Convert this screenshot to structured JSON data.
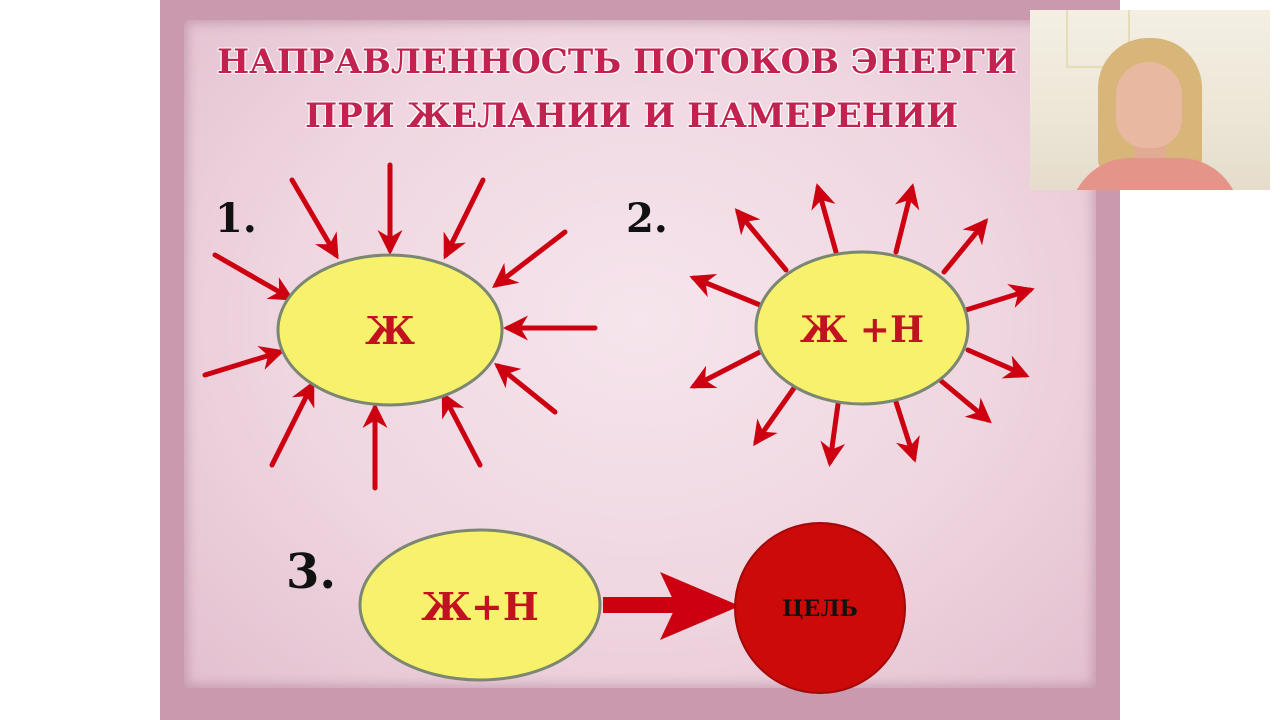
{
  "slide": {
    "title_line1": "НАПРАВЛЕННОСТЬ ПОТОКОВ ЭНЕРГИ",
    "title_line2": "ПРИ ЖЕЛАНИИ И НАМЕРЕНИИ"
  },
  "diagrams": [
    {
      "number": "1.",
      "label": "Ж",
      "flow": "inward"
    },
    {
      "number": "2.",
      "label": "Ж +Н",
      "flow": "outward"
    },
    {
      "number": "3.",
      "label": "Ж+Н",
      "target_label": "ЦЕЛЬ",
      "flow": "to-target"
    }
  ],
  "colors": {
    "title": "#c2224f",
    "arrow": "#cc0011",
    "ellipse_fill": "#f7f16c",
    "ellipse_stroke": "#7b8770",
    "target_fill": "#cc0a0a",
    "label": "#c1121f",
    "number": "#111111",
    "slide_border": "#c99aae"
  }
}
